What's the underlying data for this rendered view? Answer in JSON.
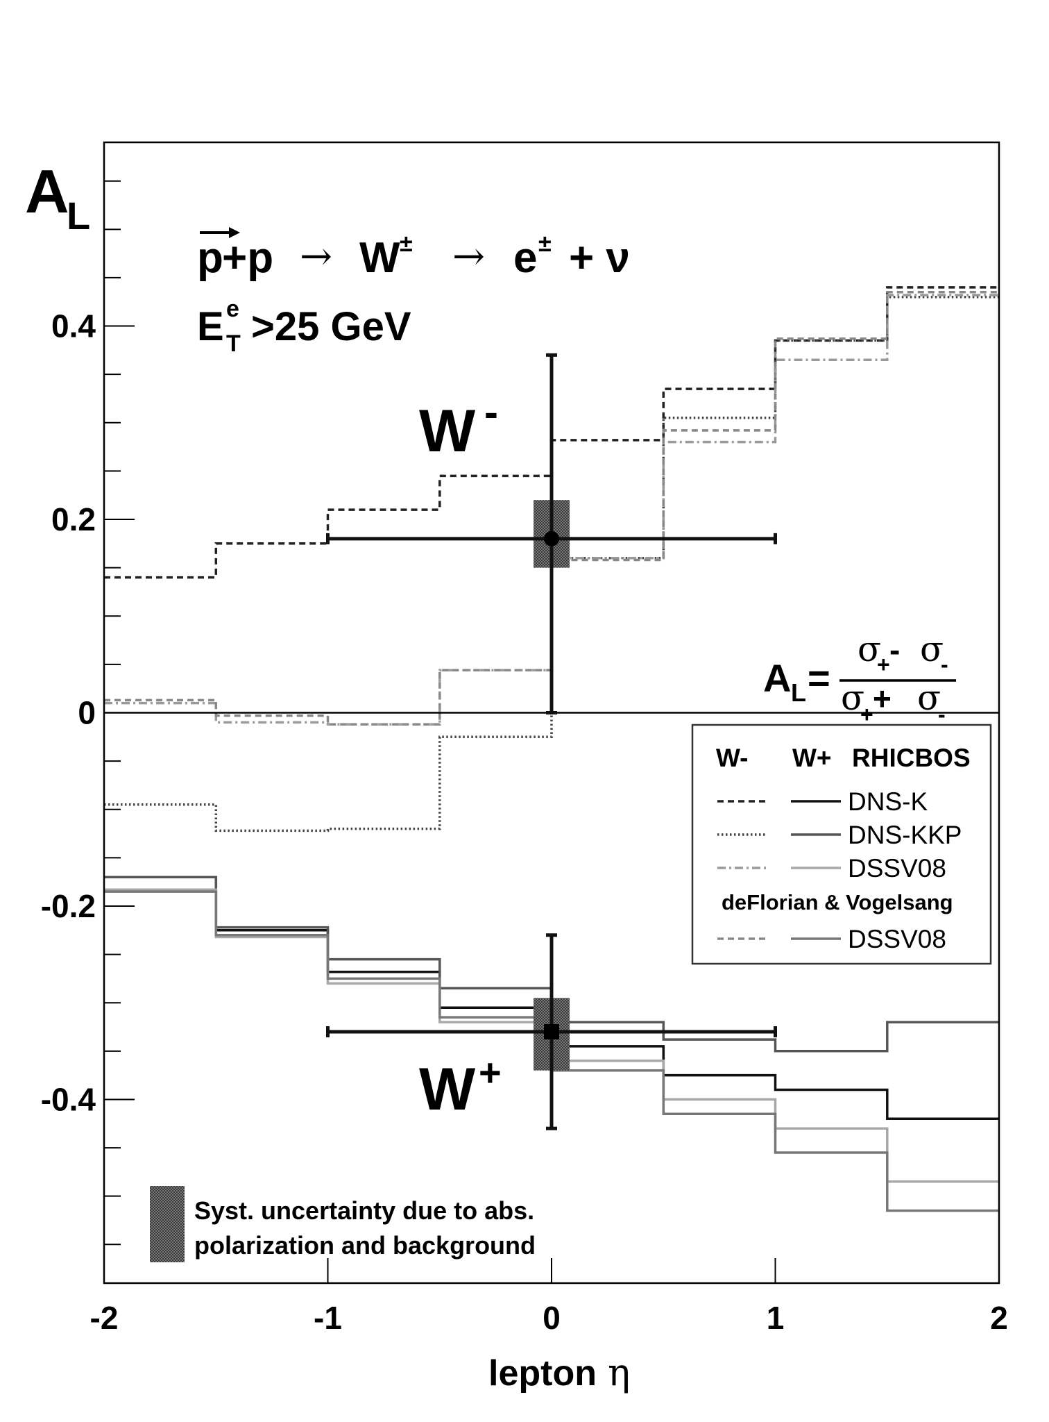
{
  "chart_data": {
    "type": "line",
    "xlabel": "lepton",
    "xlabel_symbol": "η",
    "ylabel": "A",
    "ylabel_sub": "L",
    "xlim": [
      -2,
      2
    ],
    "ylim": [
      -0.59,
      0.59
    ],
    "x_ticks": [
      -2,
      -1,
      0,
      1,
      2
    ],
    "x_tick_labels": [
      "-2",
      "-1",
      "0",
      "1",
      "2"
    ],
    "y_ticks": [
      -0.4,
      -0.2,
      0,
      0.2,
      0.4
    ],
    "y_tick_labels": [
      "-0.4",
      "-0.2",
      "0",
      "0.2",
      "0.4"
    ],
    "grid": false,
    "legend_position": "center-right",
    "annotations": {
      "reaction": "p+p → W± → e± + ν",
      "reaction_arrow": "→",
      "reaction_p1": "p",
      "reaction_p2": "+p",
      "reaction_w": "W",
      "reaction_pm": "±",
      "reaction_e": "e",
      "reaction_nu": "+ ν",
      "cut_main": "E",
      "cut_sup": "e",
      "cut_sub": "T",
      "cut_rest": ">25 GeV",
      "w_minus": "W",
      "w_minus_sup": "-",
      "w_plus": "W",
      "w_plus_sup": "+",
      "formula_lhs": "A",
      "formula_lhs_sub": "L",
      "formula_eq": "=",
      "formula_num": "σ",
      "formula_num_sub1": "+",
      "formula_num_op": " - ",
      "formula_num_sub2": "-",
      "formula_den_op": " + ",
      "syst_line1": "Syst. uncertainty due to abs.",
      "syst_line2": "polarization and background"
    },
    "legend": {
      "col_w_minus": "W-",
      "col_w_plus": "W+",
      "group1": "RHICBOS",
      "group2": "deFlorian & Vogelsang",
      "rows1": [
        "DNS-K",
        "DNS-KKP",
        "DSSV08"
      ],
      "rows2": [
        "DSSV08"
      ]
    },
    "data_points": [
      {
        "name": "W-",
        "x": 0,
        "y": 0.18,
        "x_err": [
          -1,
          1
        ],
        "y_err": [
          -0.18,
          0.19
        ],
        "syst": [
          0.15,
          0.22
        ]
      },
      {
        "name": "W+",
        "x": 0,
        "y": -0.33,
        "x_err": [
          -1,
          1
        ],
        "y_err": [
          -0.1,
          0.1
        ],
        "syst": [
          -0.37,
          -0.295
        ]
      }
    ],
    "bin_edges": [
      -2,
      -1.5,
      -1,
      -0.5,
      0,
      0.5,
      1,
      1.5,
      2
    ],
    "series": [
      {
        "name": "W- RHICBOS DNS-K",
        "style": "dashed",
        "color": "#222222",
        "values": [
          0.14,
          0.175,
          0.21,
          0.245,
          0.282,
          0.335,
          0.385,
          0.44
        ]
      },
      {
        "name": "W- RHICBOS DNS-KKP",
        "style": "dotted",
        "color": "#444444",
        "values": [
          -0.095,
          -0.122,
          -0.12,
          -0.025,
          0.16,
          0.305,
          0.385,
          0.43
        ]
      },
      {
        "name": "W- RHICBOS DSSV08",
        "style": "dashdot",
        "color": "#9a9a9a",
        "values": [
          0.01,
          -0.01,
          -0.012,
          0.044,
          0.16,
          0.28,
          0.365,
          0.432
        ]
      },
      {
        "name": "W- deFlorian & Vogelsang DSSV08",
        "style": "dashed",
        "color": "#888888",
        "values": [
          0.013,
          -0.003,
          -0.012,
          0.044,
          0.158,
          0.292,
          0.387,
          0.435
        ]
      },
      {
        "name": "W+ RHICBOS DNS-K",
        "style": "solid",
        "color": "#111111",
        "values": [
          -0.17,
          -0.225,
          -0.268,
          -0.305,
          -0.345,
          -0.375,
          -0.39,
          -0.42
        ]
      },
      {
        "name": "W+ RHICBOS DNS-KKP",
        "style": "solid",
        "color": "#555555",
        "values": [
          -0.17,
          -0.222,
          -0.255,
          -0.285,
          -0.32,
          -0.338,
          -0.35,
          -0.32
        ]
      },
      {
        "name": "W+ RHICBOS DSSV08",
        "style": "solid",
        "color": "#a8a8a8",
        "values": [
          -0.183,
          -0.232,
          -0.28,
          -0.32,
          -0.36,
          -0.4,
          -0.43,
          -0.485
        ]
      },
      {
        "name": "W+ deFlorian & Vogelsang DSSV08",
        "style": "solid",
        "color": "#777777",
        "values": [
          -0.185,
          -0.23,
          -0.275,
          -0.315,
          -0.37,
          -0.415,
          -0.455,
          -0.515
        ]
      }
    ]
  }
}
